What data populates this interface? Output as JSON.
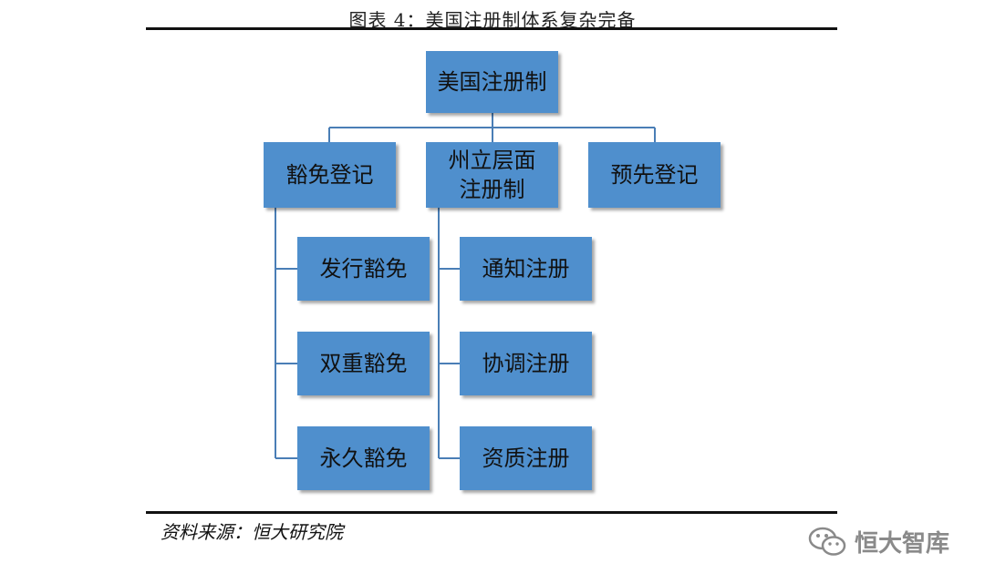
{
  "figure": {
    "title": "图表 4：美国注册制体系复杂完备",
    "source": "资料来源：恒大研究院"
  },
  "diagram": {
    "root": "美国注册制",
    "branches": [
      {
        "label": "豁免登记",
        "children": [
          "发行豁免",
          "双重豁免",
          "永久豁免"
        ]
      },
      {
        "label": "州立层面注册制",
        "children": [
          "通知注册",
          "协调注册",
          "资质注册"
        ]
      },
      {
        "label": "预先登记",
        "children": []
      }
    ]
  },
  "watermark": {
    "text": "恒大智库",
    "icon": "wechat-icon"
  },
  "colors": {
    "node_fill": "#4f8fcd",
    "connector": "#4a7eb6",
    "rule": "#111111"
  }
}
